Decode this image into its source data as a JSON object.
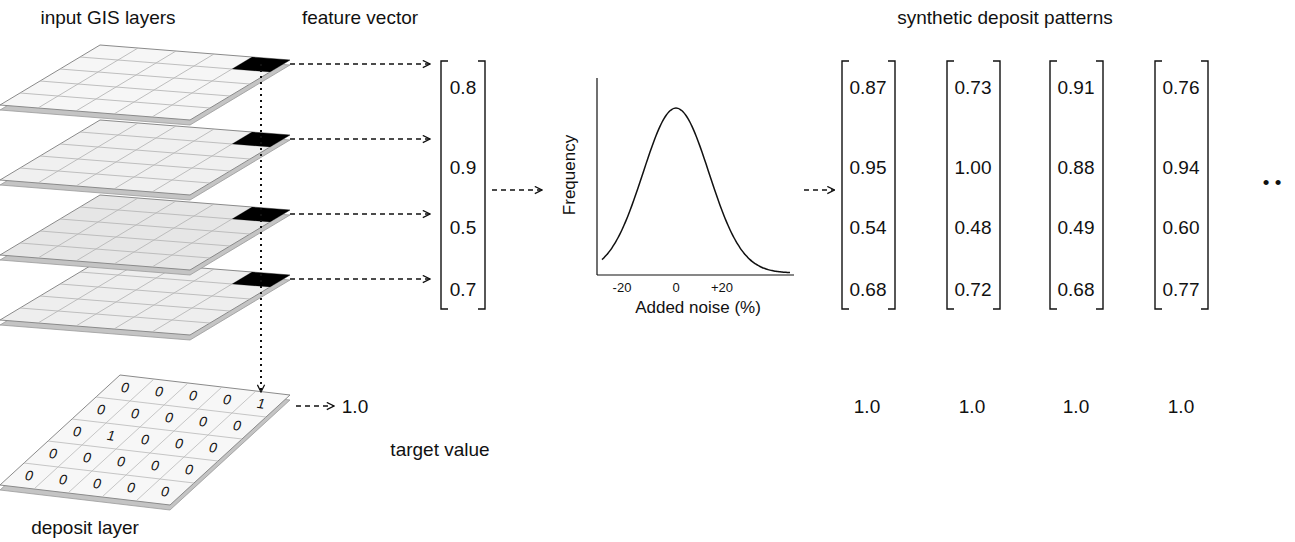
{
  "diagram": {
    "nodes": [
      {
        "text": [
          "0.8",
          "0.9",
          "0.5",
          "0.7"
        ]
      },
      {
        "text": [
          "Frequency",
          "-20",
          "0",
          "+20",
          "Added noise (%)"
        ]
      },
      {
        "text": [
          "0.87",
          "0.95",
          "0.54",
          "0.68"
        ]
      },
      {
        "text": [
          "0.73",
          "1.00",
          "0.48",
          "0.72"
        ]
      },
      {
        "text": [
          "0.91",
          "0.88",
          "0.49",
          "0.68"
        ]
      },
      {
        "text": [
          "0.76",
          "0.94",
          "0.60",
          "0.77"
        ]
      }
    ],
    "edges": [
      {
        "from": 0,
        "to": 1,
        "arrow": "to"
      },
      {
        "from": 1,
        "to": 2,
        "arrow": "to"
      }
    ],
    "labels": [
      "input GIS layers",
      "feature vector",
      "synthetic deposit patterns",
      "1.0",
      "target value",
      "deposit layer",
      "1.0",
      "1.0",
      "1.0",
      "1.0",
      "• •",
      "0",
      "0",
      "0",
      "0",
      "1",
      "0",
      "0",
      "0",
      "0",
      "0",
      "0",
      "1",
      "0",
      "0",
      "0",
      "0",
      "0",
      "0",
      "0",
      "0",
      "0",
      "0",
      "0",
      "0",
      "0"
    ]
  }
}
